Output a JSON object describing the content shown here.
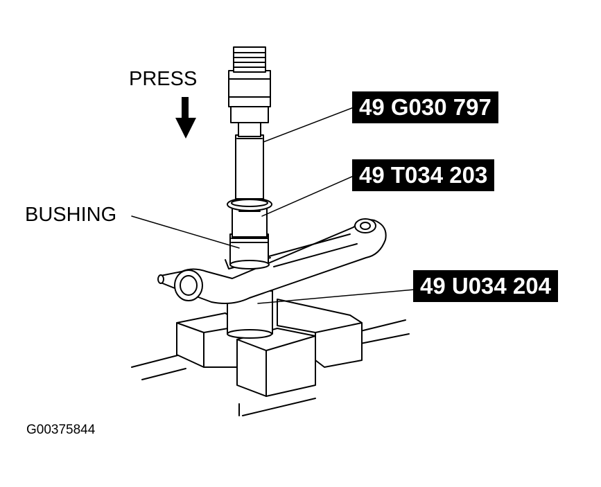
{
  "labels": {
    "press": "PRESS",
    "bushing": "BUSHING"
  },
  "callouts": {
    "tool_top": "49 G030 797",
    "tool_middle": "49 T034 203",
    "tool_bottom": "49 U034 204"
  },
  "figure_id": "G00375844",
  "icons": {
    "press_direction": "arrow-down-icon"
  },
  "colors": {
    "ink": "#000000",
    "paper": "#ffffff",
    "callout_text": "#ffffff"
  }
}
